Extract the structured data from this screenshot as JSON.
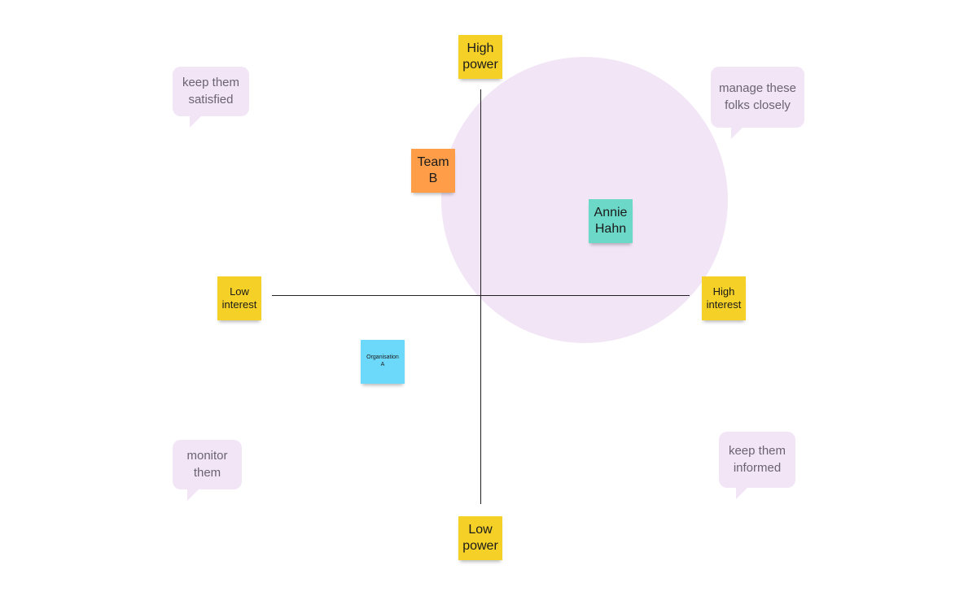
{
  "colors": {
    "circle": "#f1e5f6",
    "bubble": "#f1e5f6",
    "yellow": "#f5d128",
    "orange": "#ff9d48",
    "teal": "#6cd8c8",
    "cyan": "#6cd8fa"
  },
  "axis_labels": {
    "high_power": "High\npower",
    "low_power": "Low\npower",
    "low_interest": "Low\ninterest",
    "high_interest": "High\ninterest"
  },
  "stakeholders": {
    "team_b": "Team\nB",
    "annie_hahn": "Annie\nHahn",
    "organisation_a": "Organisation\nA"
  },
  "quadrant_notes": {
    "top_left": "keep them\nsatisfied",
    "top_right": "manage these\nfolks closely",
    "bottom_left": "monitor\nthem",
    "bottom_right": "keep them\ninformed"
  }
}
